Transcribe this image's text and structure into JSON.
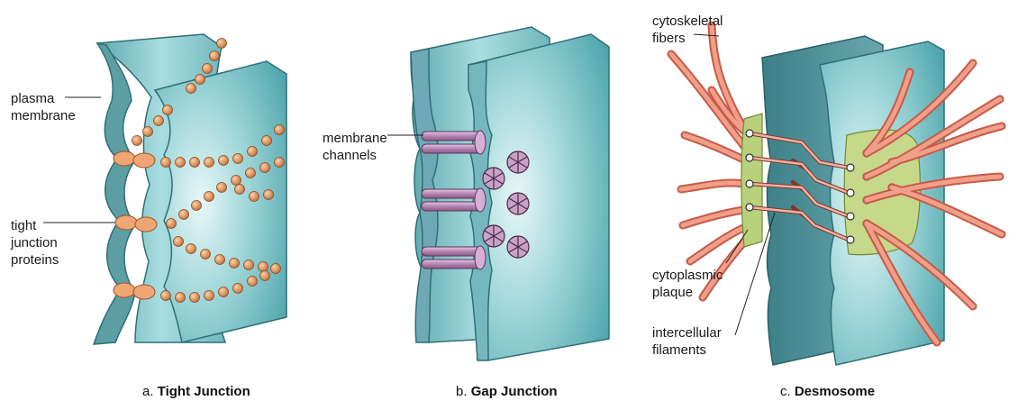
{
  "panels": [
    {
      "id": "tight",
      "letter": "a.",
      "title": "Tight Junction"
    },
    {
      "id": "gap",
      "letter": "b.",
      "title": "Gap Junction"
    },
    {
      "id": "desmo",
      "letter": "c.",
      "title": "Desmosome"
    }
  ],
  "labels": {
    "plasma_membrane": "plasma\nmembrane",
    "tight_junction_proteins": "tight\njunction\nproteins",
    "membrane_channels": "membrane\nchannels",
    "cytoskeletal_fibers": "cytoskeletal\nfibers",
    "cytoplasmic_plaque": "cytoplasmic\nplaque",
    "intercellular_filaments": "intercellular\nfilaments"
  },
  "colors": {
    "membrane_face": "#8fcfd3",
    "membrane_edge": "#2f7f86",
    "protein": "#e0935a",
    "channel": "#c79ac4",
    "fiber": "#e88a72",
    "plaque": "#c6d98a"
  }
}
